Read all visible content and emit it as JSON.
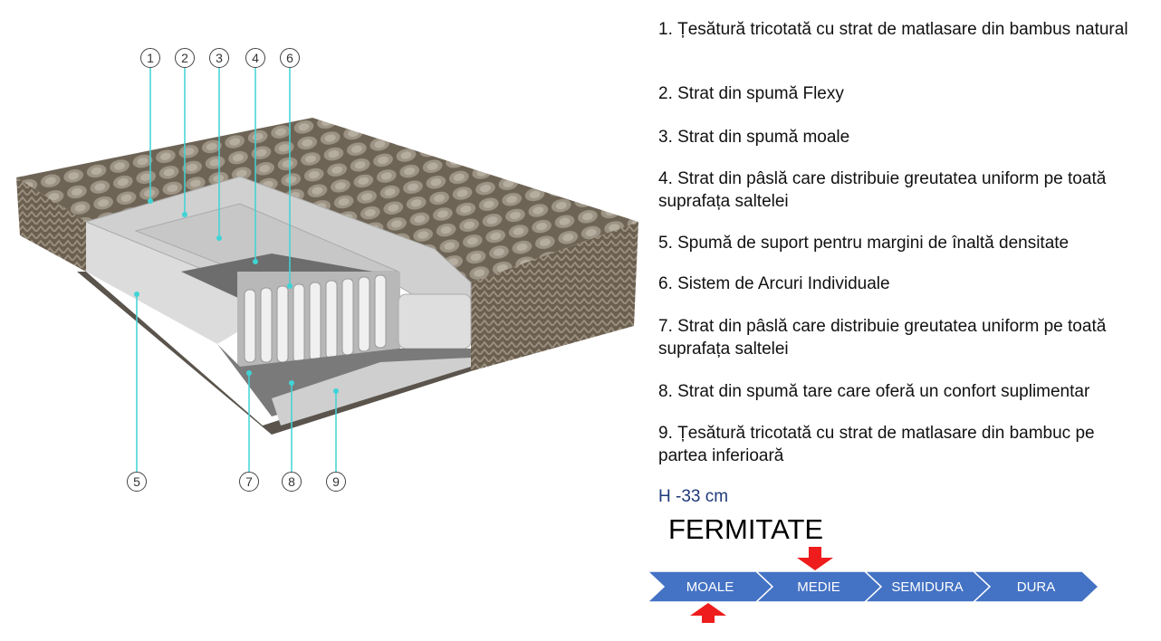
{
  "callouts": [
    "1",
    "2",
    "3",
    "4",
    "5",
    "6",
    "7",
    "8",
    "9"
  ],
  "layers": [
    "1. Țesătură tricotată cu strat de matlasare din bambus natural",
    "2. Strat din spumă Flexy",
    "3. Strat din spumă moale",
    "4. Strat din pâslă care distribuie greutatea uniform pe toată suprafața saltelei",
    "5. Spumă de suport pentru margini de înaltă densitate",
    "6. Sistem de Arcuri Individuale",
    "7. Strat din pâslă care distribuie greutatea uniform pe toată suprafața saltelei",
    "8. Strat din spumă tare care oferă un confort suplimentar",
    "9. Țesătură tricotată cu strat de matlasare din bambuc pe partea inferioară"
  ],
  "height_label": "H -33 cm",
  "firmness": {
    "title": "FERMITATE",
    "levels": [
      "MOALE",
      "MEDIE",
      "SEMIDURA",
      "DURA"
    ],
    "marker_top": "MEDIE",
    "marker_bottom": "MOALE"
  },
  "colors": {
    "callout_line": "#3fd3d6",
    "scale": "#4472c4",
    "marker": "#ee1c1c",
    "height": "#1f3a7a"
  }
}
